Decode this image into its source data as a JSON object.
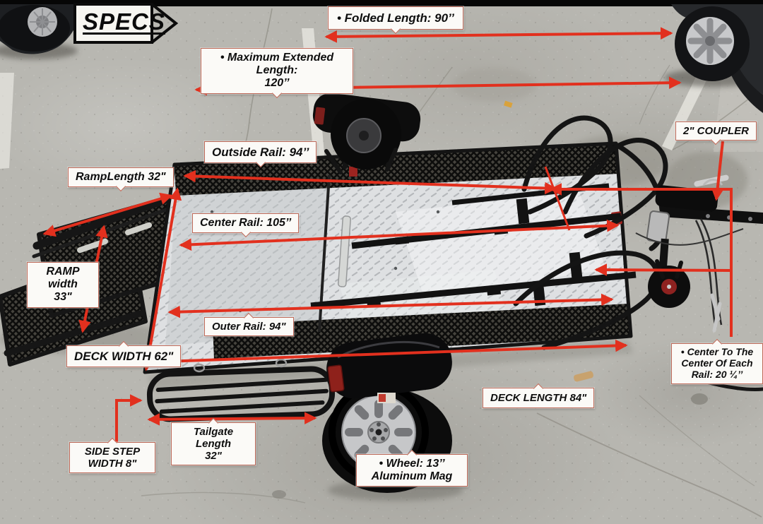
{
  "banner": {
    "text": "SPECS"
  },
  "labels": {
    "folded_length": "•  Folded Length: 90’’",
    "max_extended_length": "•  Maximum Extended Length:\n120’’",
    "coupler": "2\" COUPLER",
    "outside_rail": "Outside Rail: 94’’",
    "ramp_length": "RampLength 32\"",
    "center_rail": "Center Rail: 105’’",
    "ramp_width": "RAMP width\n33\"",
    "outer_rail": "Outer Rail: 94\"",
    "deck_width": "DECK WIDTH 62\"",
    "center_to_center": "•  Center To The\nCenter Of Each\nRail: 20 ¼’’",
    "deck_length": "DECK LENGTH 84\"",
    "tailgate_length": "Tailgate Length\n32\"",
    "side_step_width": "SIDE STEP\nWIDTH 8\"",
    "wheel": "•  Wheel: 13’’\nAluminum Mag"
  },
  "colors": {
    "dimension_red": "#e2301e",
    "label_bg": "#fbfaf7",
    "label_border": "#bf6a59",
    "concrete": "#b8b7b1",
    "frame_black": "#141414",
    "deck_silver": "#dfe1e3"
  }
}
